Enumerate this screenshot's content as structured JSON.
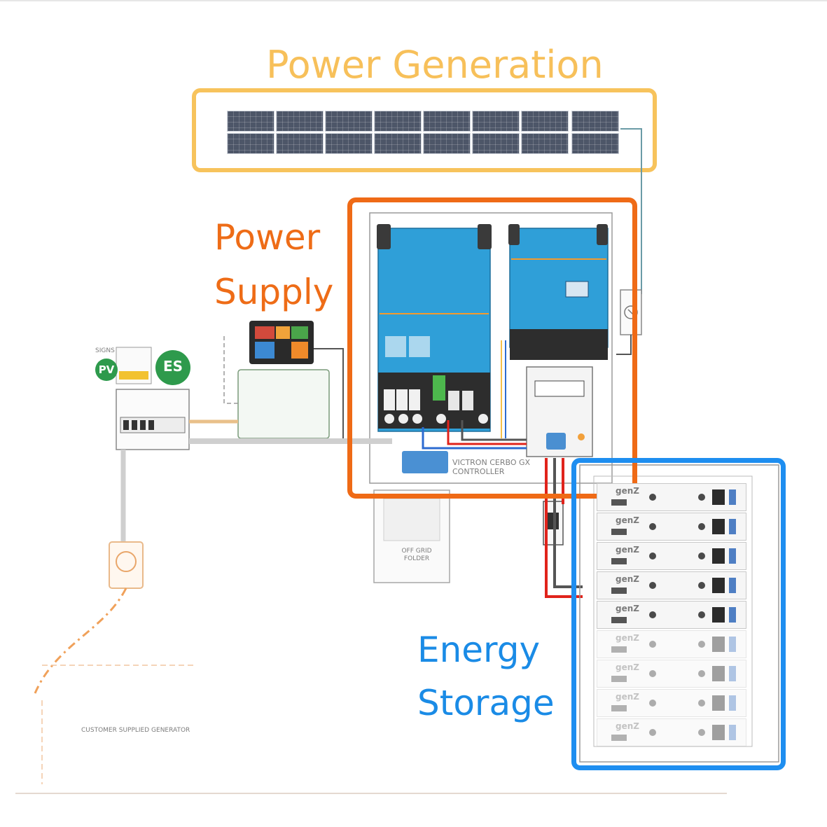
{
  "headings": {
    "power_generation": "Power Generation",
    "power_supply_line1": "Power",
    "power_supply_line2": "Supply",
    "energy_storage_line1": "Energy",
    "energy_storage_line2": "Storage"
  },
  "labels": {
    "signs": "SIGNS",
    "pv_badge": "PV",
    "es_badge": "ES",
    "cerbo_line1": "VICTRON CERBO GX",
    "cerbo_line2": "CONTROLLER",
    "off_grid_line1": "OFF GRID",
    "off_grid_line2": "FOLDER",
    "generator": "CUSTOMER SUPPLIED  GENERATOR",
    "battery_brand": "genZ"
  },
  "colors": {
    "generation": "#f7c35c",
    "supply": "#ef6a16",
    "storage": "#1e8ef0",
    "inverter_blue": "#2f9fd8",
    "cable_red": "#e0231b",
    "cable_blue": "#2d6bd1",
    "cable_dark": "#555555",
    "generator_line": "#f0a15a"
  },
  "icons": [
    "solar-panel-array-icon",
    "inverter-icon",
    "charge-controller-icon",
    "touch-display-icon",
    "battery-module-icon",
    "isolator-switch-icon",
    "generator-icon"
  ]
}
